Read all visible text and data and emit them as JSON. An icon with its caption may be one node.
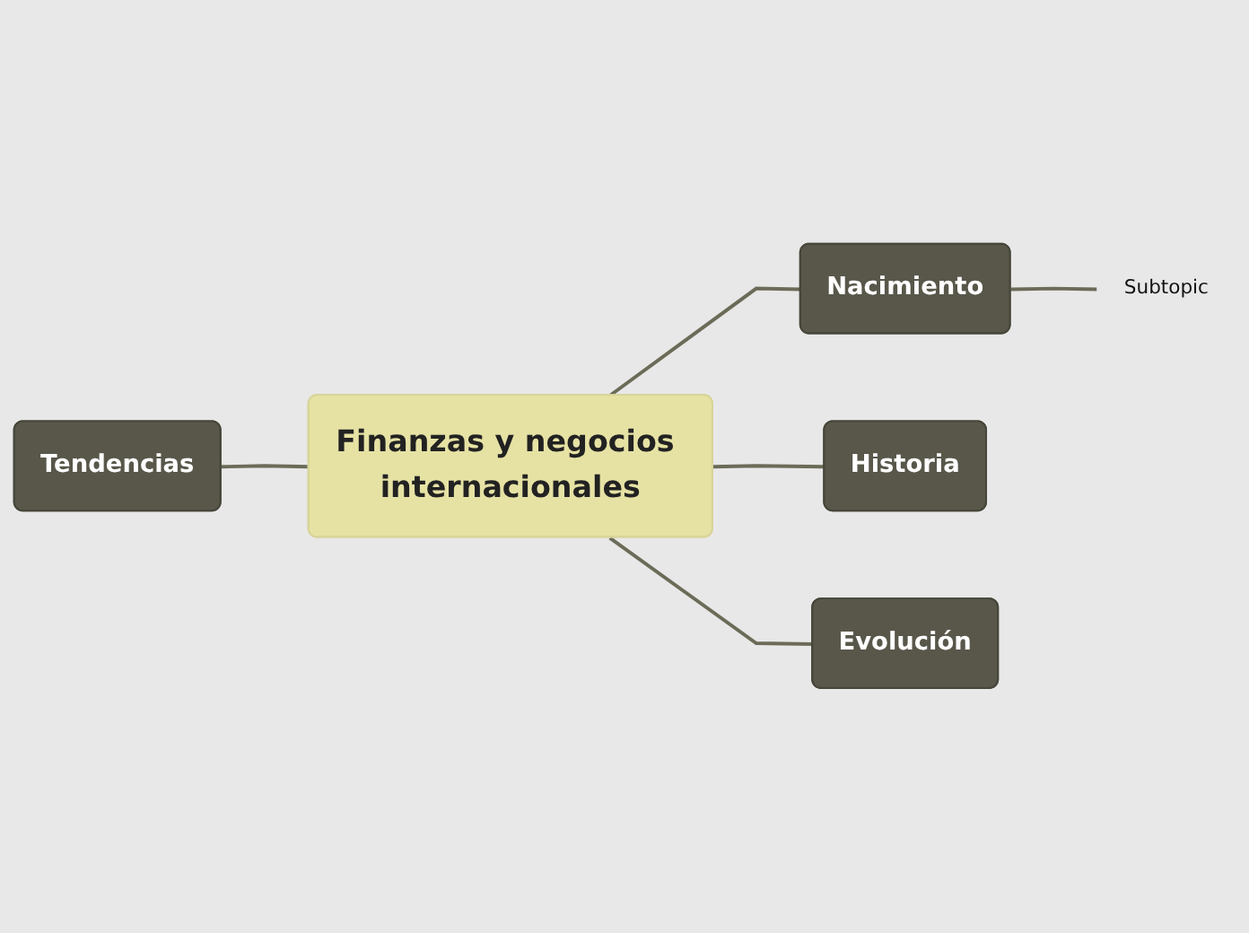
{
  "diagram": {
    "nodes": [
      {
        "text": [
          "Finanzas y negocios internacionales"
        ]
      },
      {
        "text": [
          "Nacimiento"
        ]
      },
      {
        "text": [
          "Subtopic"
        ]
      },
      {
        "text": [
          "Tendencias"
        ]
      },
      {
        "text": [
          "Historia"
        ]
      },
      {
        "text": [
          "Evolución"
        ]
      }
    ],
    "edges": [
      {
        "from": 3,
        "to": 0,
        "arrow": "none"
      },
      {
        "from": 0,
        "to": 1,
        "arrow": "none"
      },
      {
        "from": 1,
        "to": 2,
        "arrow": "none"
      },
      {
        "from": 0,
        "to": 4,
        "arrow": "none"
      },
      {
        "from": 0,
        "to": 5,
        "arrow": "none"
      }
    ]
  }
}
